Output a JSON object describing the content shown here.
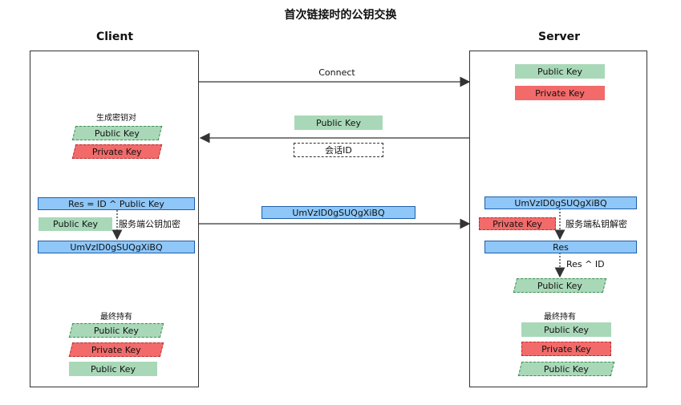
{
  "title": "首次链接时的公钥交换",
  "client": {
    "heading": "Client",
    "gen_label": "生成密钥对",
    "gen_public": "Public Key",
    "gen_private": "Private Key",
    "res_formula": "Res = ID ^ Public Key",
    "encrypt_key": "Public Key",
    "encrypt_label": "服务端公钥加密",
    "cipher": "UmVzID0gSUQgXiBQ",
    "final_label": "最终持有",
    "final_public": "Public Key",
    "final_private": "Private Key",
    "final_server_public": "Public Key"
  },
  "server": {
    "heading": "Server",
    "public_key": "Public Key",
    "private_key": "Private Key",
    "cipher": "UmVzID0gSUQgXiBQ",
    "decrypt_key": "Private Key",
    "decrypt_label": "服务端私钥解密",
    "res": "Res",
    "res_xor": "Res ^ ID",
    "derived_public": "Public Key",
    "final_label": "最终持有",
    "final_public": "Public Key",
    "final_private": "Private Key",
    "final_client_public": "Public Key"
  },
  "messages": {
    "connect": "Connect",
    "public_key": "Public Key",
    "session_id": "会话ID",
    "cipher": "UmVzID0gSUQgXiBQ"
  },
  "colors": {
    "green": "#a9d8b8",
    "red": "#f26a6a",
    "blue": "#8ec7f8",
    "line": "#333333"
  }
}
